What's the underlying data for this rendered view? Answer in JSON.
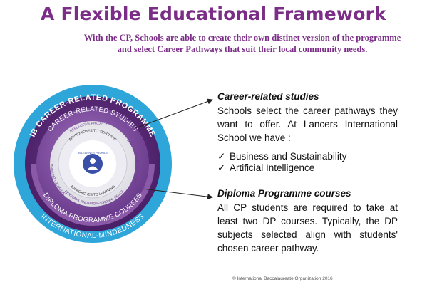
{
  "title": "A Flexible Educational Framework",
  "subtitle_line1": "With the CP, Schools are able to create their own distinet version of the programme",
  "subtitle_line2": "and select Career Pathways that suit their local community needs.",
  "diagram": {
    "outer_label": "IB CAREER-RELATED PROGRAMME",
    "mid_label": "CAREER-RELATED STUDIES",
    "inner_top": "APPROACHES TO TEACHING",
    "inner_bottom": "APPROACHES TO LEARNING",
    "core_left": "SERVICE LEARNING",
    "core_top": "REFLECTIVE PROJECT",
    "core_right": "LANGUAGE DEVELOPMENT",
    "core_bottom": "PERSONAL AND PROFESSIONAL SKILLS",
    "center_label": "IB LEARNER PROFILE",
    "dp_label": "DIPLOMA PROGRAMME COURSES",
    "im_label": "INTERNATIONAL-MINDEDNESS"
  },
  "career": {
    "heading": "Career-related studies",
    "text": "Schools select the career pathways they want to offer. At Lancers International School we have :",
    "items": [
      "Business and Sustainability",
      "Artificial Intelligence"
    ],
    "check_glyph": "✓"
  },
  "dp": {
    "heading": "Diploma Programme courses",
    "text": "All CP students are required to take at least two DP courses. Typically, the DP subjects selected align with students' chosen career pathway."
  },
  "copyright": "© International Baccalaureate Organization 2016",
  "colors": {
    "title": "#7b2d87",
    "outer_ring": "#5a2a78",
    "mid_ring": "#7f4a9c",
    "dp_ring": "#8a5aa8",
    "im_ring": "#2fa6d9"
  }
}
